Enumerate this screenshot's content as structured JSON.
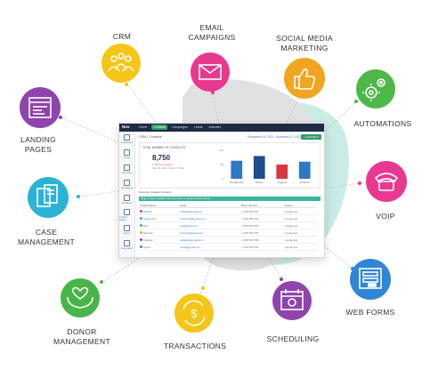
{
  "labels": {
    "crm": "CRM",
    "email": "EMAIL\nCAMPAIGNS",
    "social": "SOCIAL MEDIA\nMARKETING",
    "automations": "AUTOMATIONS",
    "landing": "LANDING\nPAGES",
    "voip": "VOIP",
    "case": "CASE\nMANAGEMENT",
    "webforms": "WEB FORMS",
    "donor": "DONOR\nMANAGEMENT",
    "transactions": "TRANSACTIONS",
    "scheduling": "SCHEDULING"
  },
  "colors": {
    "crm": "#f5c518",
    "email": "#e8388f",
    "social": "#f2a51f",
    "automations": "#4db848",
    "landing": "#8e44ad",
    "voip": "#e8388f",
    "case": "#2bb3d6",
    "webforms": "#2f86d6",
    "donor": "#48b548",
    "transactions": "#f5c518",
    "scheduling": "#8e44ad",
    "blob_teal": "#c9ece5",
    "blob_gray": "#d9d9d9"
  },
  "icons": {
    "crm": "people-group-icon",
    "email": "envelope-icon",
    "social": "thumbs-up-icon",
    "automations": "gears-icon",
    "landing": "webpage-icon",
    "voip": "phone-icon",
    "case": "case-documents-icon",
    "webforms": "form-icon",
    "donor": "donation-hands-icon",
    "transactions": "dollar-cycle-icon",
    "scheduling": "calendar-icon"
  },
  "dashboard": {
    "logo": "Neo",
    "nav": [
      "Home",
      "Contacts",
      "Campaigns",
      "Leads",
      "Activities"
    ],
    "sidebar": [
      "Dashboard",
      "Activity",
      "Payments",
      "Campaigns",
      "Donations",
      "Landing Pages",
      "Forms",
      "Automation"
    ],
    "breadcrumb": "CRM / Contacts",
    "date_range": "September 16, 2021 - November 17, 2021",
    "add_button": "+ CONTACT",
    "panel_title": "TOTAL NUMBER OF CONTACTS",
    "big_number": "8,750",
    "delta": "1.75 from previous",
    "delta2": "Sep 16, 2021 - Nov 17, 2021",
    "section_title": "Recently Updated Contacts",
    "banner": "Drag a column header and drop it here to group by that column",
    "table": {
      "headers": [
        "Contact Name",
        "Email",
        "Phone Number",
        "Source"
      ],
      "rows": [
        [
          "Michael",
          "michael@gmail.com",
          "+1 555 555 555",
          "Google Ads"
        ],
        [
          "Susan Kirk",
          "susan.kirk@gmail.com",
          "+1 555 555 555",
          "Google Ads"
        ],
        [
          "Ray",
          "ray@gmail.com",
          "+1 555 555 555",
          "Google Ads"
        ],
        [
          "Brendan",
          "brendan@gmail.com",
          "+1 555 555 555",
          "Google Ads"
        ],
        [
          "Kathleen",
          "kathleen@gmail.com",
          "+1 555 555 555",
          "Google Ads"
        ],
        [
          "Sylvia",
          "sylvia@gmail.com",
          "+1 555 555 555",
          "Google Ads"
        ]
      ]
    }
  },
  "chart_data": {
    "type": "bar",
    "categories": [
      "Google Ads",
      "Direct",
      "Organic",
      "Referral"
    ],
    "values": [
      38,
      48,
      30,
      36
    ],
    "ylim": [
      0,
      60
    ],
    "ticks": [
      "100",
      "50",
      "0"
    ],
    "colors": [
      "#2f78c4",
      "#1f4d8c",
      "#d9363e",
      "#2f78c4"
    ]
  }
}
